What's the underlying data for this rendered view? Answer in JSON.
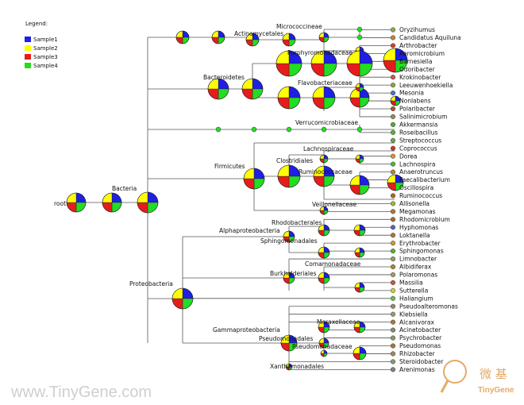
{
  "legend": {
    "title": "Legend:",
    "items": [
      {
        "label": "Sample1",
        "color": "#1f1fe6"
      },
      {
        "label": "Sample2",
        "color": "#ffff00"
      },
      {
        "label": "Sample3",
        "color": "#e61c1c"
      },
      {
        "label": "Sample4",
        "color": "#22dd22"
      }
    ]
  },
  "watermark": {
    "text": "www.TinyGene.com",
    "logo_cn": "微 基",
    "logo_en": "TinyGene"
  },
  "tree": {
    "internal_labels": {
      "root": "root",
      "bacteria": "Bacteria",
      "actinomycetales": "Actinomycetales",
      "micrococcineae": "Micrococcineae",
      "bacteroidetes": "Bacteroidetes",
      "porphyromonadaceae": "Porphyromonadaceae",
      "flavobacteriaceae": "Flavobacteriaceae",
      "verrucomicrobiaceae": "Verrucomicrobiaceae",
      "firmicutes": "Firmicutes",
      "clostridiales": "Clostridiales",
      "lachnospiraceae": "Lachnospiraceae",
      "ruminococcaceae": "Ruminococcaceae",
      "veillonellaceae": "Veillonellaceae",
      "proteobacteria": "Proteobacteria",
      "alphaproteobacteria": "Alphaproteobacteria",
      "rhodobacterales": "Rhodobacterales",
      "sphingomonadales": "Sphingomonadales",
      "comamonadaceae": "Comamonadaceae",
      "burkholderiales": "Burkholderiales",
      "gammaproteobacteria": "Gammaproteobacteria",
      "moraxellaceae": "Moraxellaceae",
      "pseudomonadales": "Pseudomonadales",
      "pseudomonadaceae": "Pseudomonadaceae",
      "xanthomonadales": "Xanthomonadales"
    },
    "leaves": [
      "Oryzihumus",
      "Candidatus Aquiluna",
      "Arthrobacter",
      "Aeromicrobium",
      "Barnesiella",
      "Odoribacter",
      "Krokinobacter",
      "Leeuwenhoekiella",
      "Mesonia",
      "Nonlabens",
      "Polaribacter",
      "Salinimicrobium",
      "Akkermansia",
      "Roseibacillus",
      "Streptococcus",
      "Coprococcus",
      "Dorea",
      "Lachnospira",
      "Anaerotruncus",
      "Faecalibacterium",
      "Oscillospira",
      "Ruminococcus",
      "Allisonella",
      "Megamonas",
      "Rhodomicrobium",
      "Hyphomonas",
      "Loktanella",
      "Erythrobacter",
      "Sphingomonas",
      "Limnobacter",
      "Albidiferax",
      "Polaromonas",
      "Massilia",
      "Sutterella",
      "Haliangium",
      "Pseudoalteromonas",
      "Klebsiella",
      "Alcanivorax",
      "Acinetobacter",
      "Psychrobacter",
      "Pseudomonas",
      "Rhizobacter",
      "Steroidobacter",
      "Arenimonas"
    ]
  }
}
